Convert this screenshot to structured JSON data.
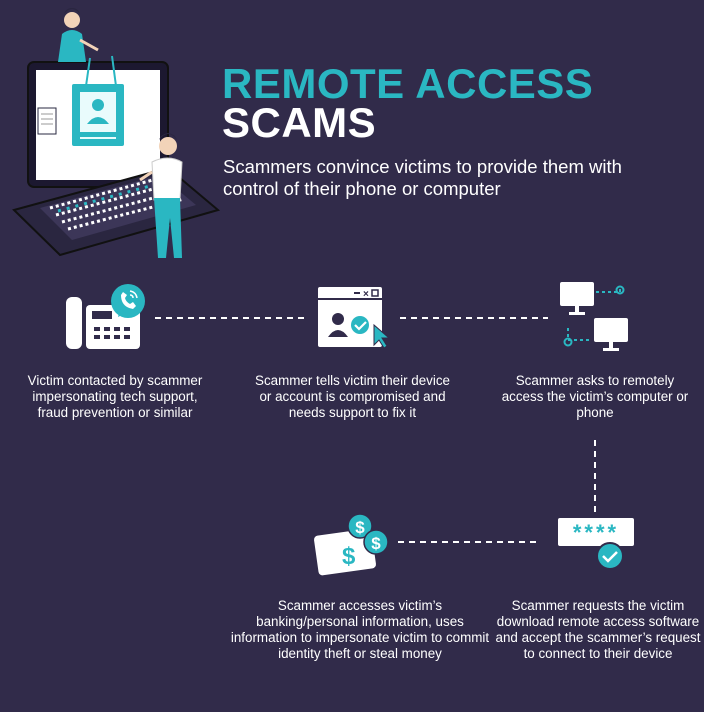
{
  "title": {
    "line1": "REMOTE ACCESS",
    "line2": "SCAMS"
  },
  "subtitle": "Scammers convince victims to provide them with control of their phone or computer",
  "colors": {
    "background": "#312b4a",
    "accent": "#2ab7c2",
    "text": "#ffffff"
  },
  "steps": [
    {
      "icon": "phone-call-icon",
      "text": "Victim contacted by scammer impersonating tech support, fraud prevention or similar"
    },
    {
      "icon": "browser-account-check-icon",
      "text": "Scammer tells victim their device or account is compromised and needs support to fix it"
    },
    {
      "icon": "remote-computers-icon",
      "text": "Scammer asks to remotely access the victim’s computer or phone"
    },
    {
      "icon": "password-check-icon",
      "text": "Scammer requests the victim download remote access software and accept the scammer’s request to connect to their device"
    },
    {
      "icon": "money-dollar-icon",
      "text": "Scammer accesses victim’s banking/personal information, uses information to impersonate victim to commit identity theft or steal money"
    }
  ],
  "illustration": {
    "icon": "laptop-people-illustration"
  },
  "password_mask": "****"
}
